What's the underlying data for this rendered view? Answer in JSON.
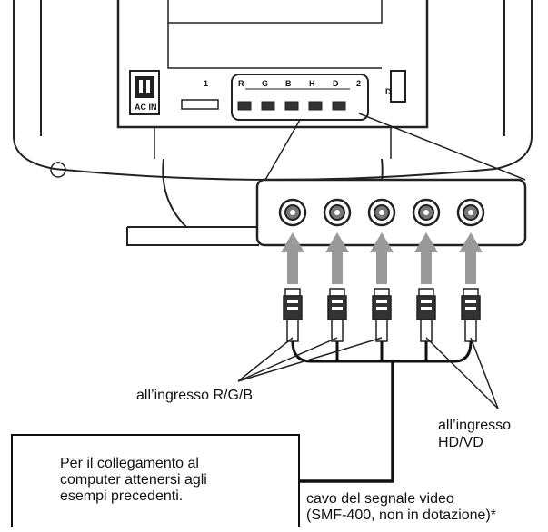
{
  "labels": {
    "rgb_input": "all’ingresso R/G/B",
    "hdvd_input_line1": "all’ingresso",
    "hdvd_input_line2": "HD/VD",
    "note": "Per il collegamento al\ncomputer attenersi agli\nesempi precedenti.",
    "cable_line1": "cavo del segnale video",
    "cable_line2": "(SMF-400, non in dotazione)*"
  },
  "panel_markings": {
    "ac_in": "AC IN",
    "input1": "1",
    "input2": "2",
    "r": "R",
    "g": "G",
    "b": "B",
    "h": "H",
    "v": "D",
    "d": "D"
  }
}
